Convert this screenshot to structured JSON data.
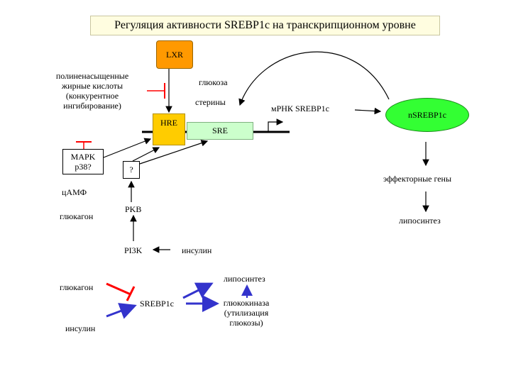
{
  "title": "Регуляция активности SREBP1c на транскрипционном уровне",
  "nodes": {
    "lxr": "LXR",
    "pufa": [
      "полиненасыщенные",
      "жирные кислоты",
      "(конкурентное",
      "ингибирование)"
    ],
    "glucose": "глюкоза",
    "sterols": "стерины",
    "mrna": "мРНК SREBP1c",
    "nsrebp": "nSREBP1c",
    "hre": "HRE",
    "sre": "SRE",
    "mapk": [
      "MAPK",
      "p38?"
    ],
    "question": "?",
    "camp": "цАМФ",
    "glucagon_top": "глюкагон",
    "pkb": "PKB",
    "pi3k": "PI3K",
    "insulin_top": "инсулин",
    "effector_genes": "эффекторные гены",
    "lipogenesis_right": "липосинтез",
    "glucagon_bottom": "глюкагон",
    "insulin_bottom": "инсулин",
    "srebp1c": "SREBP1c",
    "lipogenesis_bottom": "липосинтез",
    "glucokinase": [
      "глюкокиназа",
      "(утилизация",
      "глюкозы)"
    ]
  },
  "colors": {
    "lxr": "#ff9900",
    "hre": "#ffcc00",
    "sre": "#ccffcc",
    "nsrebp": "#33ff33",
    "inhibit": "#ff0000",
    "activate": "#3333cc",
    "title_bg": "#fffde0"
  }
}
